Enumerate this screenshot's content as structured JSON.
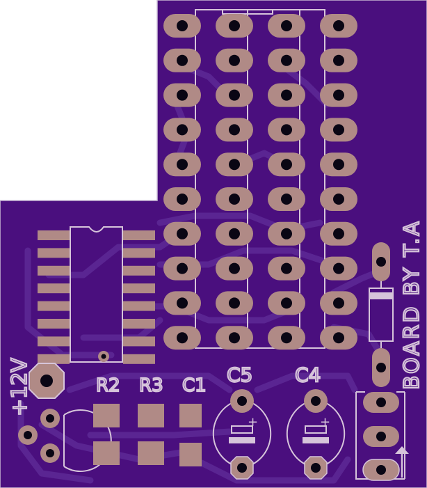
{
  "colors": {
    "board": "#4a0f7e",
    "copper": "#5a2592",
    "pad": "#b08a86",
    "hole": "#0a0614",
    "silk": "#d6c4da",
    "background": "#ffffff"
  },
  "labels": {
    "power": "+12V",
    "r2": "R2",
    "r3": "R3",
    "c1": "C1",
    "c5": "C5",
    "c4": "C4",
    "credit": "BOARD BY T.A",
    "c5_polarity": "+",
    "c4_polarity": "+"
  },
  "components": {
    "header_pin_columns": 4,
    "header_pin_rows": 10,
    "ic_pins_per_side": 8,
    "regulator_pins": 3,
    "diode_pads": 2
  }
}
